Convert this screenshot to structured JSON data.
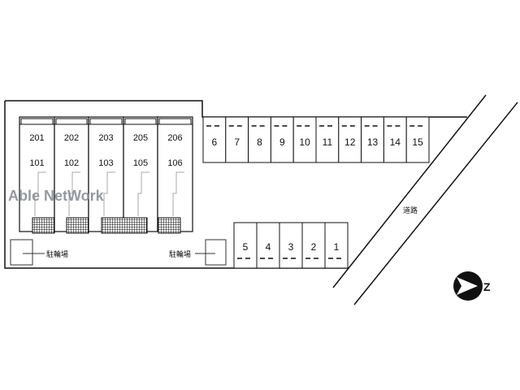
{
  "watermark": "Able NetWork",
  "units_upper": [
    "201",
    "202",
    "203",
    "205",
    "206"
  ],
  "units_lower": [
    "101",
    "102",
    "103",
    "105",
    "106"
  ],
  "parking_top": [
    "6",
    "7",
    "8",
    "9",
    "10",
    "11",
    "12",
    "13",
    "14",
    "15"
  ],
  "parking_bottom": [
    "5",
    "4",
    "3",
    "2",
    "1"
  ],
  "bike_parking_label": "駐輪場",
  "road_label": "道路",
  "compass_label": "Z",
  "colors": {
    "line": "#111111",
    "watermark": "#8a8f96"
  }
}
